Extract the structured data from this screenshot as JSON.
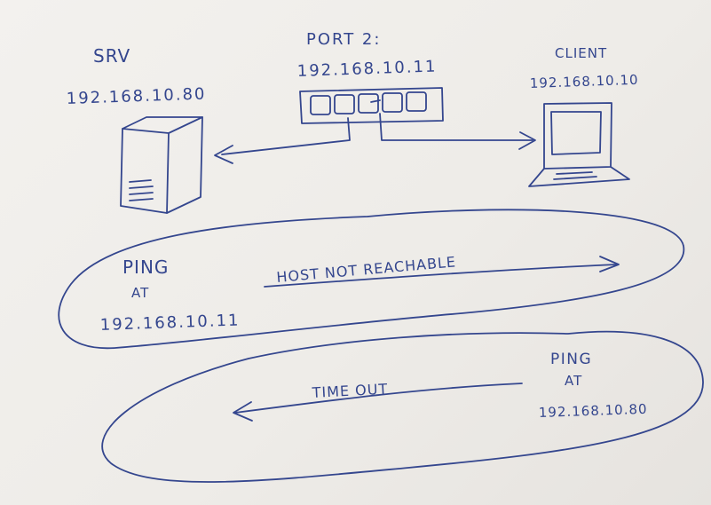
{
  "server": {
    "name": "SRV",
    "ip": "192.168.10.80"
  },
  "switch": {
    "port_label": "PORT 2:",
    "ip": "192.168.10.11"
  },
  "client": {
    "name": "CLIENT",
    "ip": "192.168.10.10"
  },
  "ping1": {
    "title": "PING",
    "at": "AT",
    "target": "192.168.10.11",
    "result": "HOST NOT REACHABLE"
  },
  "ping2": {
    "title": "PING",
    "at": "AT",
    "target": "192.168.10.80",
    "result": "TIME OUT"
  },
  "colors": {
    "ink": "#34468e",
    "board": "#f0eeeb"
  }
}
